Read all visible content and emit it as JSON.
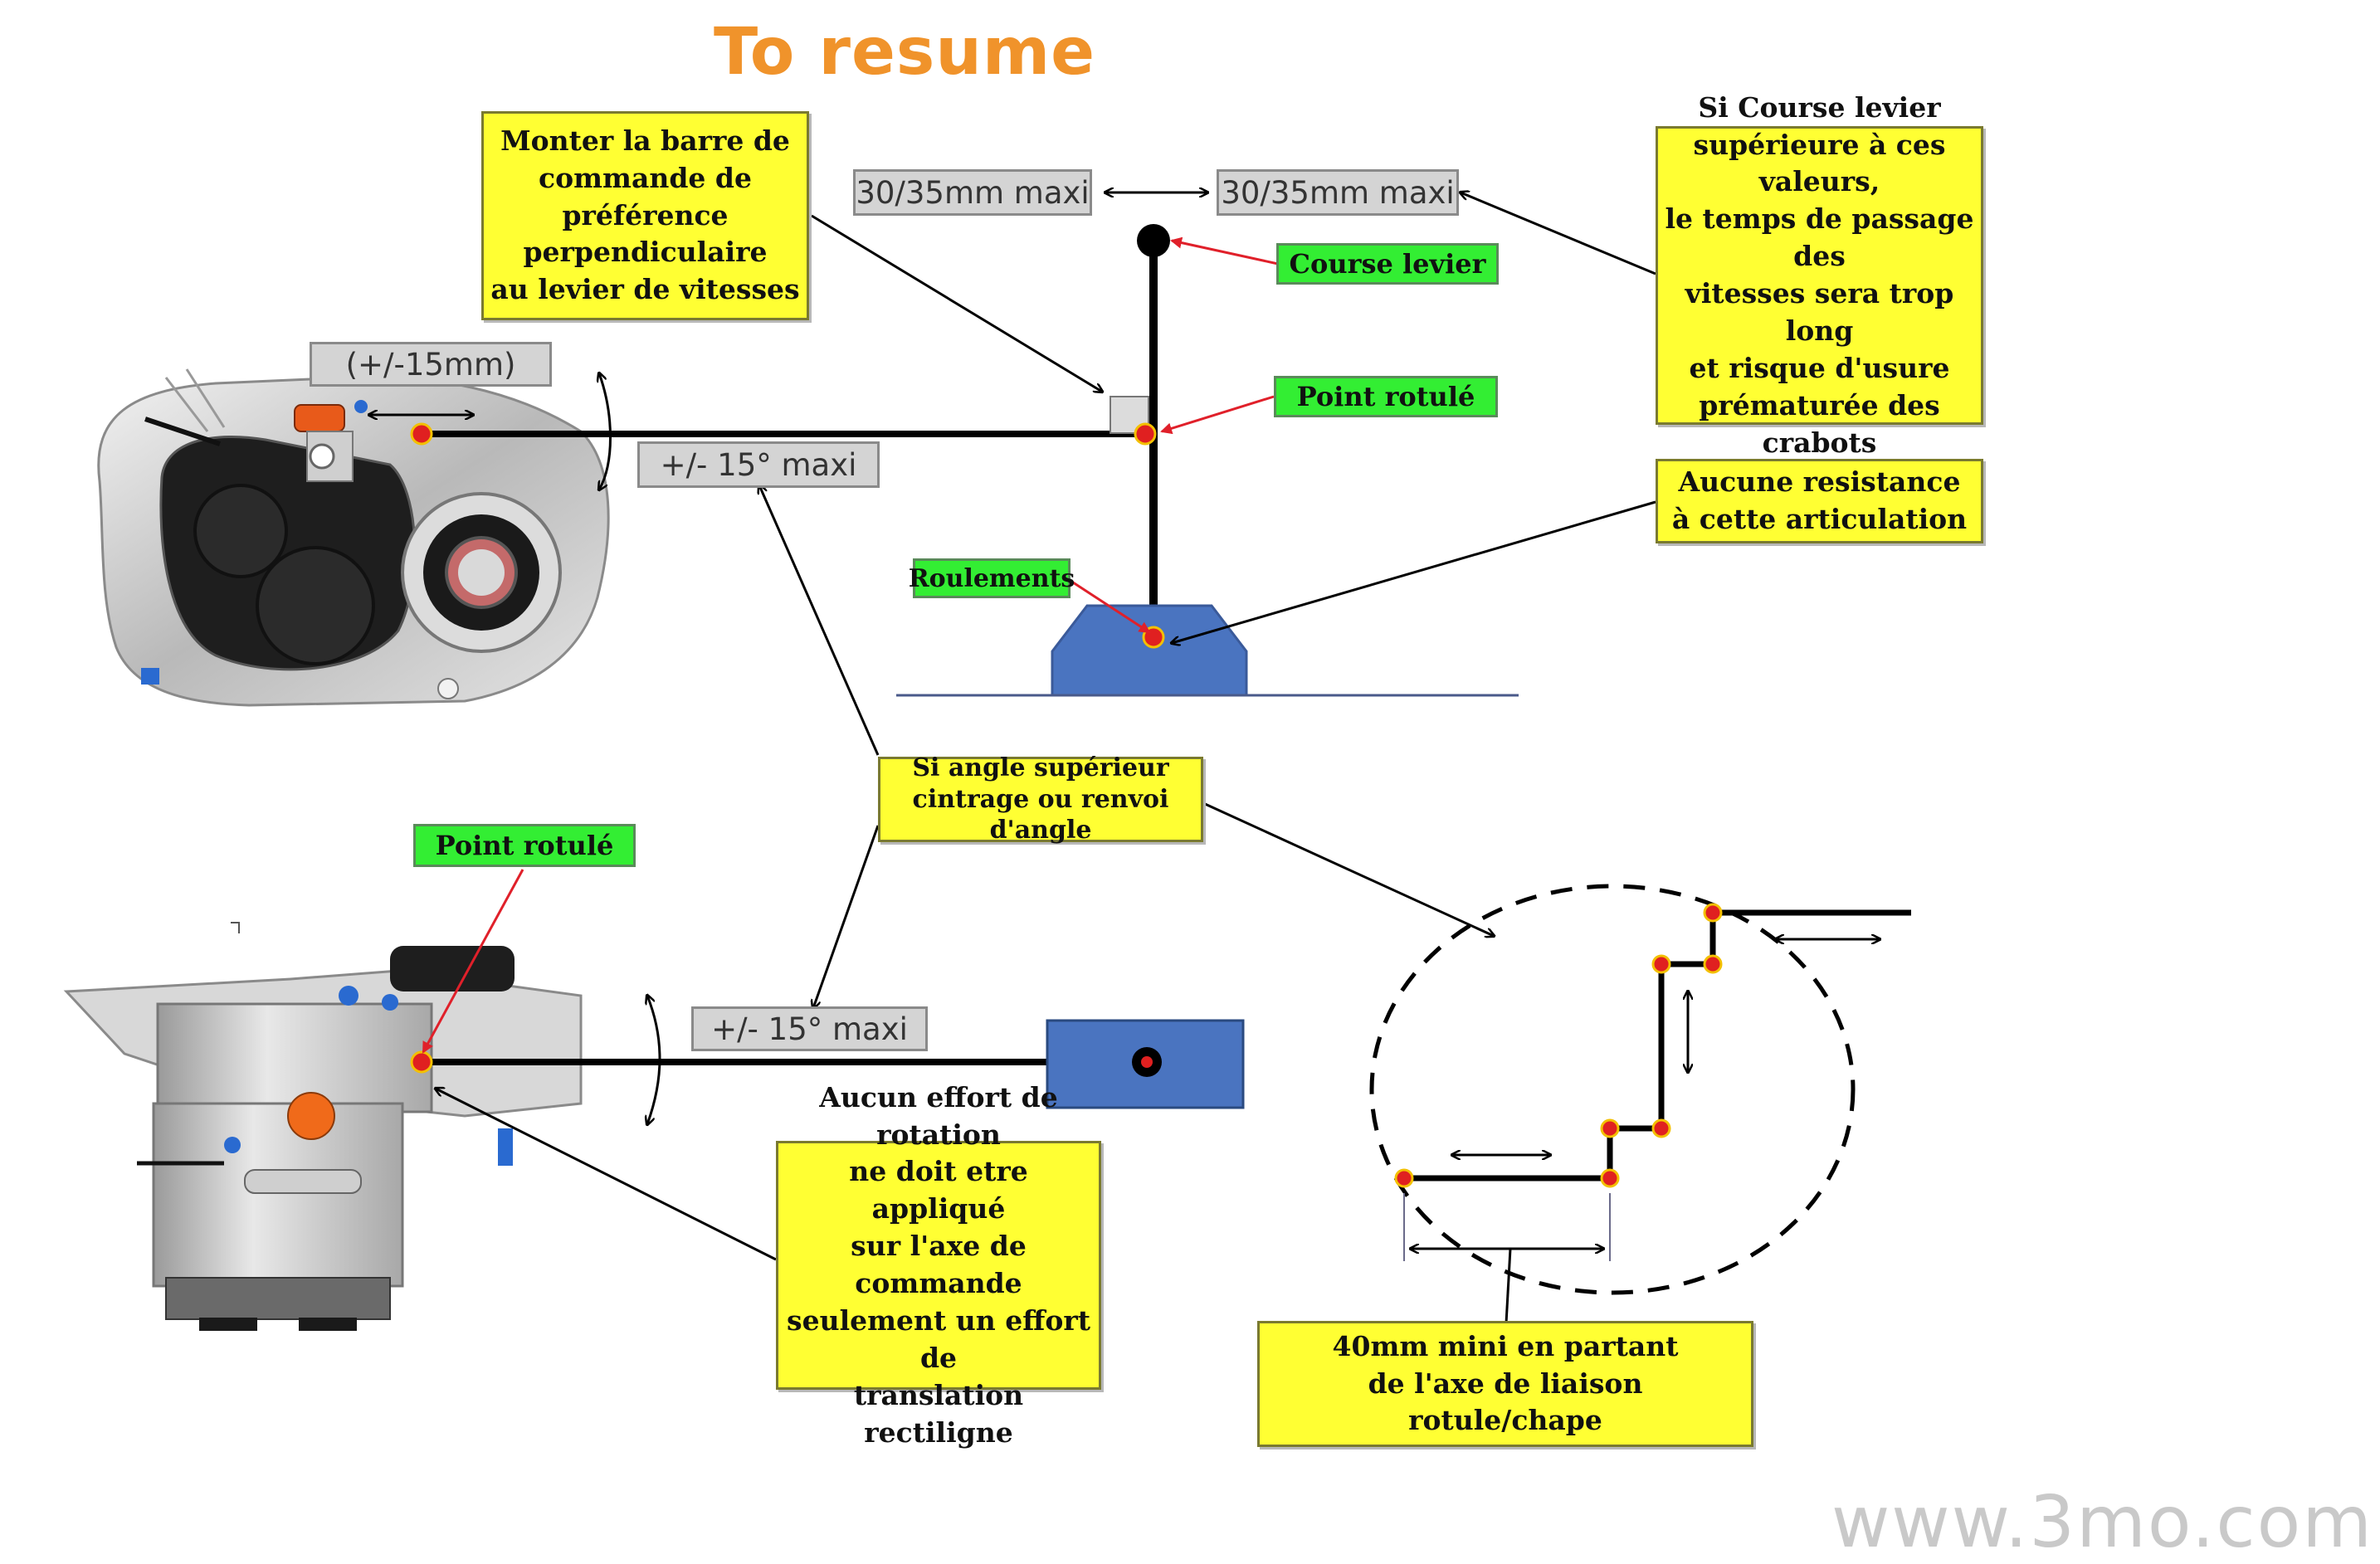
{
  "title": "To resume",
  "watermark": "www.3mo.com",
  "yellow_notes": {
    "barre": "Monter la barre de\ncommande de préférence\nperpendiculaire\nau levier de vitesses",
    "course": "Si Course levier\nsupérieure à ces valeurs,\nle temps de passage des\nvitesses sera trop long\net risque d'usure\nprématurée des crabots",
    "resistance": "Aucune resistance\nà cette articulation",
    "angle": "Si angle supérieur\ncintrage ou renvoi\nd'angle",
    "effort": "Aucun effort de rotation\nne doit etre appliqué\nsur l'axe de commande\nseulement un effort de\ntranslation  rectiligne",
    "mini": "40mm mini en partant\nde l'axe de liaison\nrotule/chape"
  },
  "green_labels": {
    "course_levier": "Course levier",
    "point_rotule_top": "Point rotulé",
    "roulements": "Roulements",
    "point_rotule_bottom": "Point rotulé"
  },
  "gray_labels": {
    "travel_left": "30/35mm maxi",
    "travel_right": "30/35mm maxi",
    "adjust": "(+/-15mm)",
    "angle_top": "+/- 15° maxi",
    "angle_bottom": "+/- 15° maxi"
  },
  "colors": {
    "title": "#f0932b",
    "note_fill": "#ffff33",
    "label_fill": "#33ee33",
    "tag_fill": "#d4d4d4",
    "pivot": "#e02020",
    "base_blue": "#4a74c0",
    "leader_red": "#e0202a"
  }
}
